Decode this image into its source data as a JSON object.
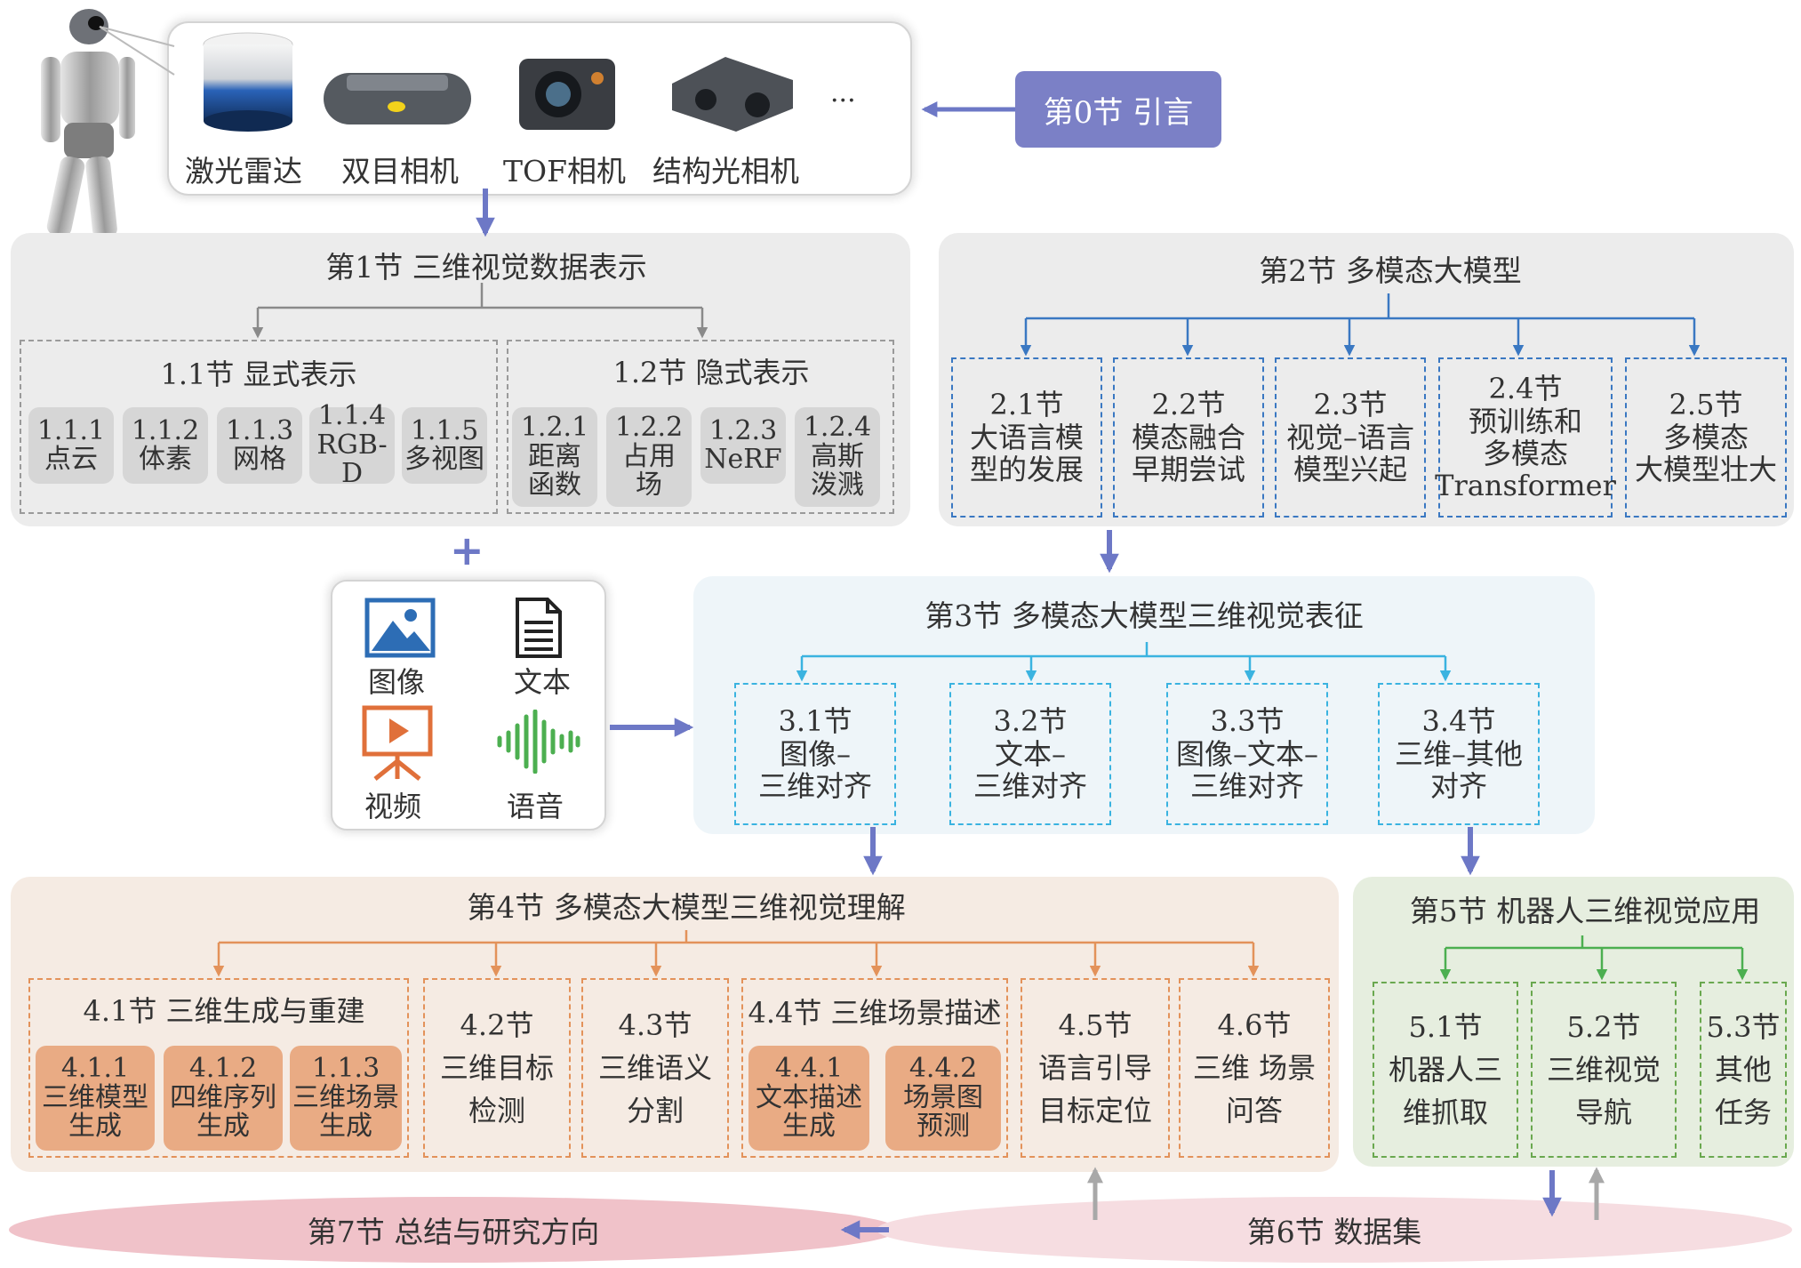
{
  "sec0": "第0节 引言",
  "sensors": {
    "lidar": "激光雷达",
    "stereo": "双目相机",
    "tof": "TOF相机",
    "structured": "结构光相机",
    "more": "···"
  },
  "sec1": {
    "title": "第1节 三维视觉数据表示",
    "explicit": {
      "title": "1.1节 显式表示",
      "items": [
        [
          "1.1.1",
          "点云"
        ],
        [
          "1.1.2",
          "体素"
        ],
        [
          "1.1.3",
          "网格"
        ],
        [
          "1.1.4",
          "RGB-D"
        ],
        [
          "1.1.5",
          "多视图"
        ]
      ]
    },
    "implicit": {
      "title": "1.2节 隐式表示",
      "items": [
        [
          "1.2.1",
          "距离",
          "函数"
        ],
        [
          "1.2.2",
          "占用",
          "场"
        ],
        [
          "1.2.3",
          "NeRF"
        ],
        [
          "1.2.4",
          "高斯",
          "泼溅"
        ]
      ]
    }
  },
  "plus": "+",
  "modalities": {
    "image": "图像",
    "text": "文本",
    "video": "视频",
    "audio": "语音"
  },
  "sec2": {
    "title": "第2节 多模态大模型",
    "items": [
      [
        "2.1节",
        "大语言模",
        "型的发展"
      ],
      [
        "2.2节",
        "模态融合",
        "早期尝试"
      ],
      [
        "2.3节",
        "视觉–语言",
        "模型兴起"
      ],
      [
        "2.4节",
        "预训练和",
        "多模态",
        "Transformer"
      ],
      [
        "2.5节",
        "多模态",
        "大模型壮大"
      ]
    ]
  },
  "sec3": {
    "title": "第3节 多模态大模型三维视觉表征",
    "items": [
      [
        "3.1节",
        "图像–",
        "三维对齐"
      ],
      [
        "3.2节",
        "文本–",
        "三维对齐"
      ],
      [
        "3.3节",
        "图像–文本–",
        "三维对齐"
      ],
      [
        "3.4节",
        "三维–其他",
        "对齐"
      ]
    ]
  },
  "sec4": {
    "title": "第4节 多模态大模型三维视觉理解",
    "s41": {
      "title": "4.1节 三维生成与重建",
      "items": [
        [
          "4.1.1",
          "三维模型",
          "生成"
        ],
        [
          "4.1.2",
          "四维序列",
          "生成"
        ],
        [
          "1.1.3",
          "三维场景",
          "生成"
        ]
      ]
    },
    "s42": [
      "4.2节",
      "三维目标",
      "检测"
    ],
    "s43": [
      "4.3节",
      "三维语义",
      "分割"
    ],
    "s44": {
      "title": "4.4节 三维场景描述",
      "items": [
        [
          "4.4.1",
          "文本描述",
          "生成"
        ],
        [
          "4.4.2",
          "场景图",
          "预测"
        ]
      ]
    },
    "s45": [
      "4.5节",
      "语言引导",
      "目标定位"
    ],
    "s46": [
      "4.6节",
      "三维 场景",
      "问答"
    ]
  },
  "sec5": {
    "title": "第5节 机器人三维视觉应用",
    "items": [
      [
        "5.1节",
        "机器人三",
        "维抓取"
      ],
      [
        "5.2节",
        "三维视觉",
        "导航"
      ],
      [
        "5.3节",
        "其他",
        "任务"
      ]
    ]
  },
  "sec6": "第6节 数据集",
  "sec7": "第7节 总结与研究方向",
  "colors": {
    "sec0_bg": "#7b80c6",
    "panel_gray": "#ececec",
    "chip_gray": "#d6d6d6",
    "blue_dash": "#3a78c2",
    "cyan_dash": "#3ab3e0",
    "sec3_bg": "#eef5f9",
    "sec4_bg": "#f5ebe3",
    "orange_dash": "#e3925a",
    "orange_chip": "#e9ab84",
    "sec5_bg": "#e6eedf",
    "green_dash": "#6aa84f",
    "pink": "#f3c9d0",
    "arrow": "#6d78c6"
  }
}
